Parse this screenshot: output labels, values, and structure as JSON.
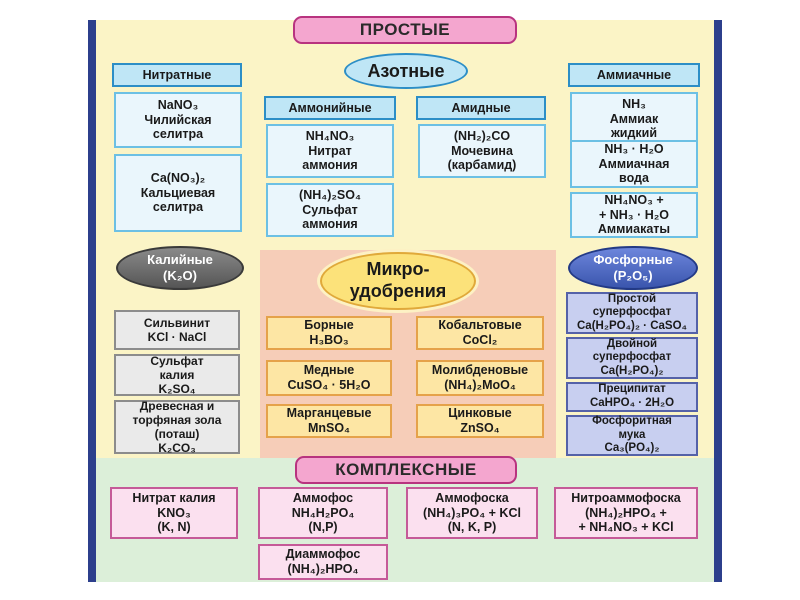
{
  "headers": {
    "simple": "ПРОСТЫЕ",
    "complex": "КОМПЛЕКСНЫЕ"
  },
  "nitrogen": {
    "title": "Азотные",
    "nitrate": {
      "header": "Нитратные",
      "items": [
        [
          "NaNO₃",
          "Чилийская",
          "селитра"
        ],
        [
          "Ca(NO₃)₂",
          "Кальциевая",
          "селитра"
        ]
      ]
    },
    "ammonium": {
      "header": "Аммонийные",
      "items": [
        [
          "NH₄NO₃",
          "Нитрат",
          "аммония"
        ],
        [
          "(NH₄)₂SO₄",
          "Сульфат",
          "аммония"
        ]
      ]
    },
    "amide": {
      "header": "Амидные",
      "items": [
        [
          "(NH₂)₂CO",
          "Мочевина",
          "(карбамид)"
        ]
      ]
    },
    "ammonia": {
      "header": "Аммиачные",
      "items": [
        [
          "NH₃",
          "Аммиак",
          "жидкий"
        ],
        [
          "NH₃ · H₂O",
          "Аммиачная",
          "вода"
        ],
        [
          "NH₄NO₃ +",
          "+ NH₃ · H₂O",
          "Аммиакаты"
        ]
      ]
    }
  },
  "potassium": {
    "title": [
      "Калийные",
      "(K₂O)"
    ],
    "items": [
      [
        "Сильвинит",
        "KCl · NaCl"
      ],
      [
        "Сульфат",
        "калия",
        "K₂SO₄"
      ],
      [
        "Древесная и",
        "торфяная зола",
        "(поташ)",
        "K₂CO₃"
      ]
    ]
  },
  "phosphorus": {
    "title": [
      "Фосфорные",
      "(P₂O₅)"
    ],
    "items": [
      [
        "Простой",
        "суперфосфат",
        "Ca(H₂PO₄)₂ · CaSO₄"
      ],
      [
        "Двойной",
        "суперфосфат",
        "Ca(H₂PO₄)₂"
      ],
      [
        "Преципитат",
        "CaHPO₄ · 2H₂O"
      ],
      [
        "Фосфоритная",
        "мука",
        "Ca₃(PO₄)₂"
      ]
    ]
  },
  "micro": {
    "title": [
      "Микро-",
      "удобрения"
    ],
    "items": [
      [
        "Борные",
        "H₃BO₃"
      ],
      [
        "Кобальтовые",
        "CoCl₂"
      ],
      [
        "Медные",
        "CuSO₄ · 5H₂O"
      ],
      [
        "Молибденовые",
        "(NH₄)₂MoO₄"
      ],
      [
        "Марганцевые",
        "MnSO₄"
      ],
      [
        "Цинковые",
        "ZnSO₄"
      ]
    ]
  },
  "complex": {
    "items": [
      [
        "Нитрат калия",
        "KNO₃",
        "(K, N)"
      ],
      [
        "Аммофос",
        "NH₄H₂PO₄",
        "(N,P)"
      ],
      [
        "Аммофоска",
        "(NH₄)₃PO₄ + KCl",
        "(N, K, P)"
      ],
      [
        "Нитроаммофоска",
        "(NH₄)₂HPO₄ +",
        "+ NH₄NO₃ + KCl"
      ],
      [
        "Диаммофос",
        "(NH₄)₂HPO₄"
      ]
    ]
  },
  "colors": {
    "top_background": "#fbf4c6",
    "bottom_background": "#dcefd9",
    "micro_zone": "#f6cdb8",
    "frame_edge": "#2c3f8c",
    "header_pill": "#f4a6cf"
  }
}
